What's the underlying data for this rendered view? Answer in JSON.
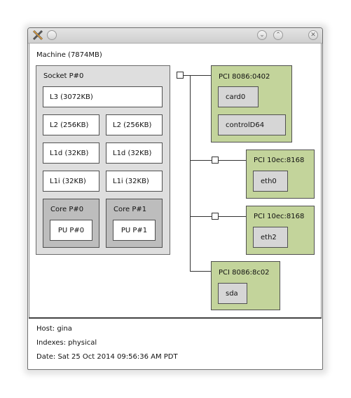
{
  "window": {
    "controls": {
      "close": "✕",
      "minimize": "⌄",
      "maximize": "⌃",
      "menu": ""
    }
  },
  "machine": {
    "label": "Machine (7874MB)"
  },
  "socket": {
    "label": "Socket P#0",
    "l3": "L3 (3072KB)",
    "l2": [
      "L2 (256KB)",
      "L2 (256KB)"
    ],
    "l1d": [
      "L1d (32KB)",
      "L1d (32KB)"
    ],
    "l1i": [
      "L1i (32KB)",
      "L1i (32KB)"
    ],
    "cores": [
      {
        "label": "Core P#0",
        "pu": "PU P#0"
      },
      {
        "label": "Core P#1",
        "pu": "PU P#1"
      }
    ]
  },
  "pci": [
    {
      "label": "PCI 8086:0402",
      "devices": [
        "card0",
        "controlD64"
      ]
    },
    {
      "label": "PCI 10ec:8168",
      "devices": [
        "eth0"
      ]
    },
    {
      "label": "PCI 10ec:8168",
      "devices": [
        "eth2"
      ]
    },
    {
      "label": "PCI 8086:8c02",
      "devices": [
        "sda"
      ]
    }
  ],
  "footer": {
    "host": "Host: gina",
    "indexes": "Indexes: physical",
    "date": "Date: Sat 25 Oct 2014 09:56:36 AM PDT"
  },
  "colors": {
    "pci_green": "#c3d49b",
    "gray_box": "#d6d6d6",
    "core_gray": "#bdbdbd"
  }
}
